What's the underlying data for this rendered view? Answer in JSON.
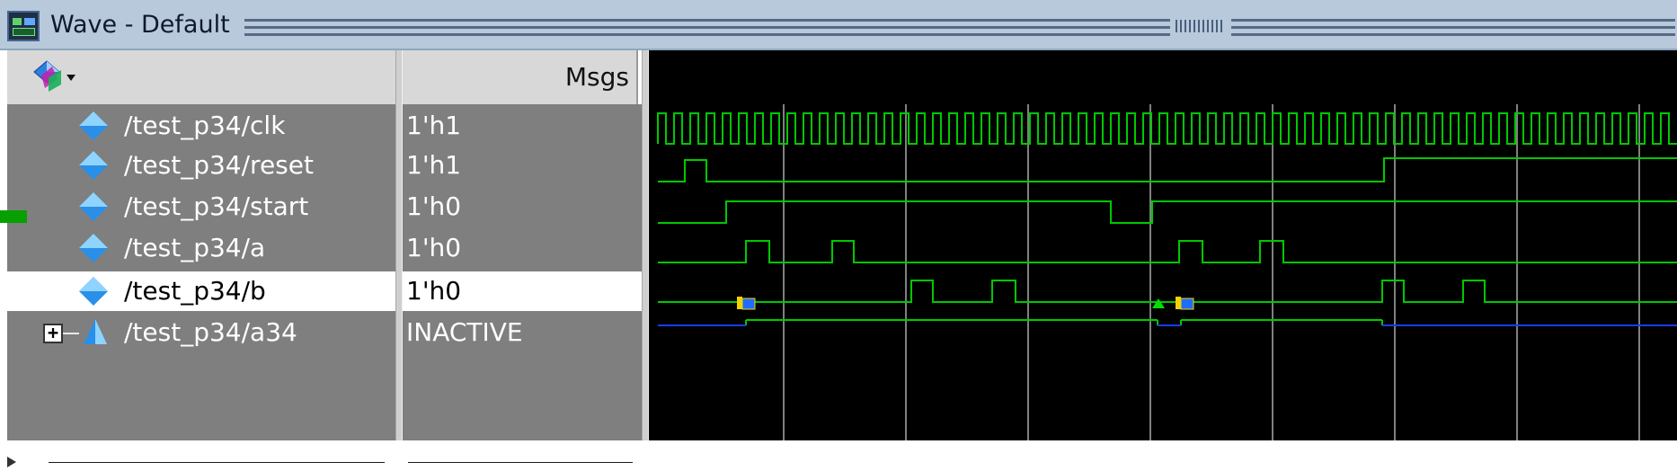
{
  "window": {
    "title": "Wave - Default",
    "icon": "wave-window-icon"
  },
  "header": {
    "sort_icon": "signal-sort-icon",
    "msgs_label": "Msgs"
  },
  "signals": [
    {
      "name": "/test_p34/clk",
      "value": "1'h1",
      "icon": "diamond-signal-icon"
    },
    {
      "name": "/test_p34/reset",
      "value": "1'h1",
      "icon": "diamond-signal-icon"
    },
    {
      "name": "/test_p34/start",
      "value": "1'h0",
      "icon": "diamond-signal-icon"
    },
    {
      "name": "/test_p34/a",
      "value": "1'h0",
      "icon": "diamond-signal-icon"
    },
    {
      "name": "/test_p34/b",
      "value": "1'h0",
      "icon": "diamond-signal-icon",
      "selected": true
    },
    {
      "name": "/test_p34/a34",
      "value": "INACTIVE",
      "icon": "triangle-fsm-icon",
      "expandable": true
    }
  ],
  "colors": {
    "wave_bg": "#000000",
    "wave_green": "#00c800",
    "wave_blue": "#1a3cff",
    "gridline": "#808080",
    "marker_blue": "#1f6cff",
    "marker_yellow": "#f2d300"
  }
}
